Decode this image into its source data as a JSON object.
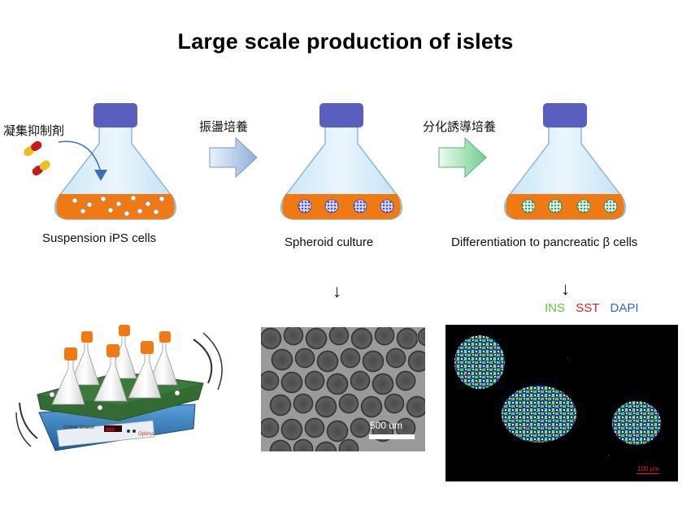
{
  "title": "Large scale production of islets",
  "labels": {
    "inhibitor": "凝集抑制剤",
    "shake_culture": "振盪培養",
    "induction_culture": "分化誘導培養"
  },
  "captions": {
    "suspension": "Suspension iPS cells",
    "spheroid": "Spheroid culture",
    "differentiation": "Differentiation to pancreatic β cells"
  },
  "legend": {
    "ins": "INS",
    "sst": "SST",
    "dapi": "DAPI"
  },
  "colors": {
    "ins": "#55cc33",
    "sst": "#e02020",
    "dapi": "#3366dd",
    "liquid": "#ef7a14",
    "cap": "#5a5fbf"
  },
  "scale_bars": {
    "micrograph": "500 um",
    "fluorescence": "100 μm"
  },
  "arrows": {
    "down": "↓"
  },
  "device": {
    "brand_label": "Orbital Shaker",
    "logo_text": "Optima"
  }
}
